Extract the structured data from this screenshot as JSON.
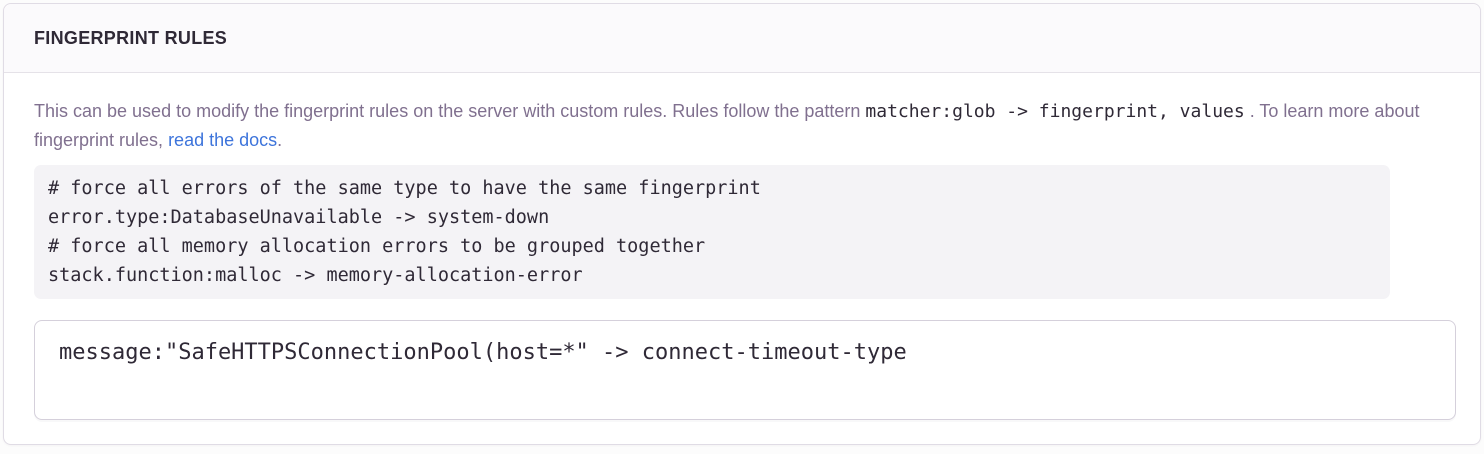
{
  "panel": {
    "title": "FINGERPRINT RULES",
    "description": {
      "text_before_code": "This can be used to modify the fingerprint rules on the server with custom rules. Rules follow the pattern",
      "inline_code": "matcher:glob -> fingerprint, values",
      "text_after_code": ". To learn more about fingerprint rules, ",
      "link_label": "read the docs",
      "text_after_link": "."
    },
    "example_block": {
      "lines": [
        "# force all errors of the same type to have the same fingerprint",
        "error.type:DatabaseUnavailable -> system-down",
        "# force all memory allocation errors to be grouped together",
        "stack.function:malloc -> memory-allocation-error"
      ]
    },
    "rules_input": {
      "value": "message:\"SafeHTTPSConnectionPool(host=*\" -> connect-timeout-type"
    }
  },
  "theme": {
    "page_bg": "#FCFCFC",
    "panel_bg": "#FFFFFF",
    "panel_border": "#E0DCE5",
    "header_bg": "#FBFAFC",
    "header_border": "#E5E2E8",
    "heading_text": "#2F2936",
    "body_text": "#80708F",
    "code_text": "#2F2936",
    "code_bg": "#F4F3F6",
    "input_border": "#D5D0DB",
    "link_color": "#3D74DB"
  }
}
